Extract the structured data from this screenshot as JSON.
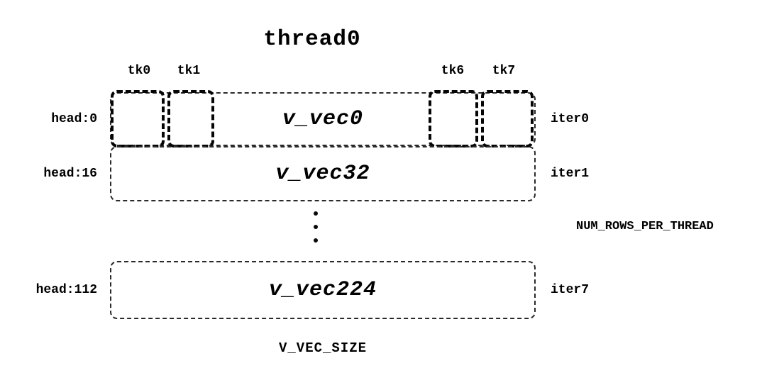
{
  "diagram": {
    "title": "thread0",
    "tk_labels": [
      "tk0",
      "tk1",
      "tk6",
      "tk7"
    ],
    "rows": [
      {
        "head": "head:0",
        "vec": "v_vec0",
        "iter": "iter0"
      },
      {
        "head": "head:16",
        "vec": "v_vec32",
        "iter": "iter1"
      },
      {
        "head": "head:112",
        "vec": "v_vec224",
        "iter": "iter7"
      }
    ],
    "side_label": "NUM_ROWS_PER_THREAD",
    "bottom_label": "V_VEC_SIZE",
    "icons": {
      "ellipsis": "vertical-ellipsis"
    },
    "colors": {
      "ink": "#000000",
      "background": "#ffffff"
    }
  }
}
